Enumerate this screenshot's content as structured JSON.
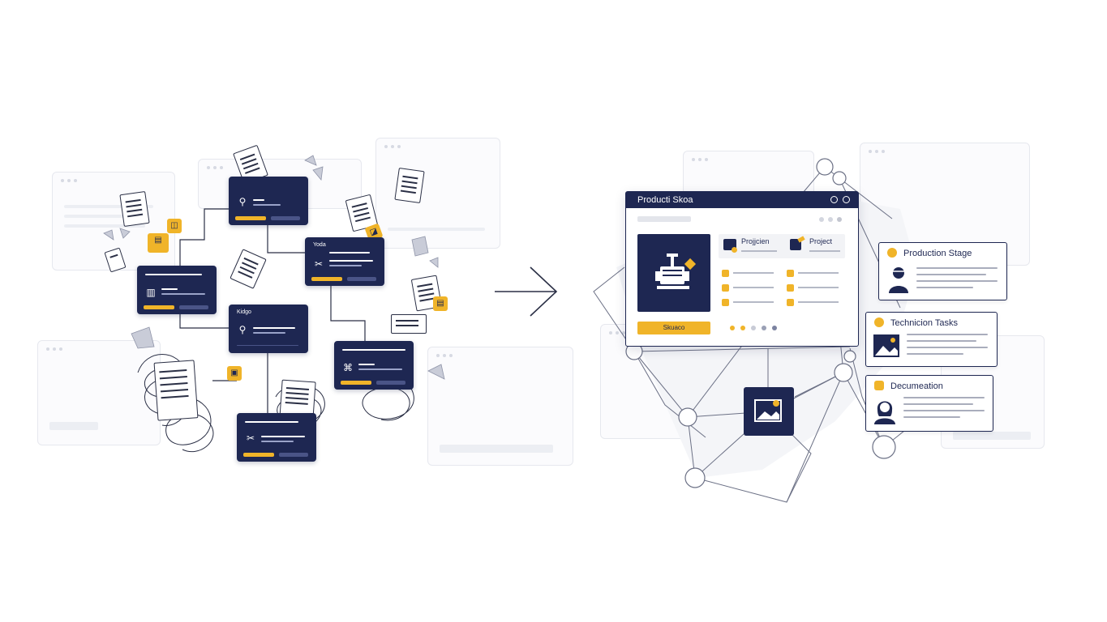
{
  "left_cluster": {
    "cards": [
      {
        "id": "top",
        "label": ""
      },
      {
        "id": "toda",
        "label": "Yoda"
      },
      {
        "id": "mid-left",
        "label": ""
      },
      {
        "id": "kidgo",
        "label": "Kidgo"
      },
      {
        "id": "right",
        "label": ""
      },
      {
        "id": "bottom",
        "label": ""
      }
    ]
  },
  "product_window": {
    "title": "Producti Skoa",
    "items": [
      {
        "label": "Projjcien"
      },
      {
        "label": "Project"
      }
    ],
    "button_label": "Skuaco"
  },
  "stages": [
    {
      "label": "Production Stage",
      "icon": "worker-avatar-icon"
    },
    {
      "label": "Technicion Tasks",
      "icon": "image-icon"
    },
    {
      "label": "Decumeation",
      "icon": "woman-avatar-icon"
    }
  ],
  "colors": {
    "navy": "#1e2752",
    "accent": "#f0b429",
    "line": "#2a2f45"
  }
}
